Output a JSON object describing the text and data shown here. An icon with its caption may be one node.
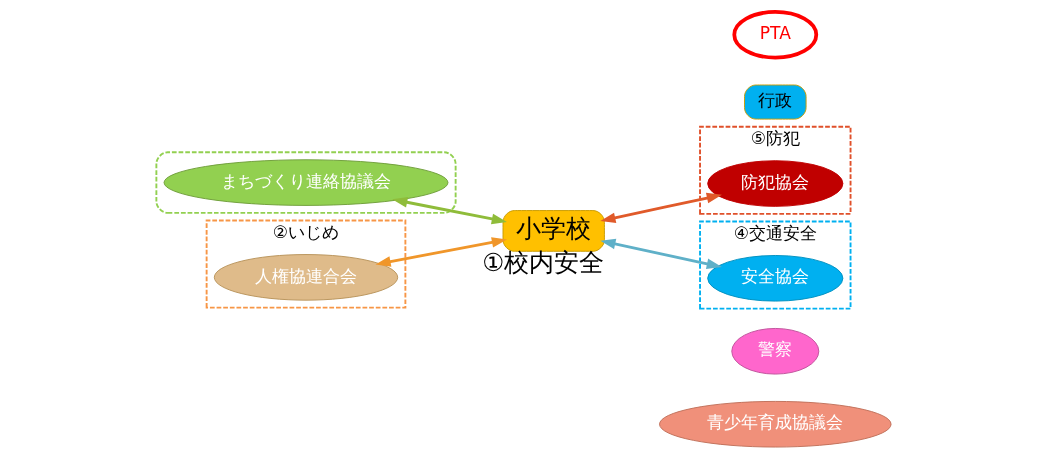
{
  "diagram": {
    "nodes": [
      {
        "text": [
          "PTA"
        ]
      },
      {
        "text": [],
        "shape": "box"
      },
      {
        "text": [
          "まちづくり連絡協議会"
        ],
        "in": 1
      },
      {
        "text": [
          "②いじめ"
        ]
      },
      {
        "text": [
          "人権協連合会"
        ],
        "in": 3
      },
      {
        "text": [
          "小学校"
        ],
        "beside": [
          "①校内安全"
        ]
      },
      {
        "text": [
          "行政"
        ]
      },
      {
        "text": [
          "⑤防犯"
        ]
      },
      {
        "text": [
          "防犯協会"
        ],
        "in": 7
      },
      {
        "text": [
          "④交通安全"
        ]
      },
      {
        "text": [
          "警察"
        ]
      },
      {
        "text": [
          "青少年育成協議会"
        ]
      },
      {
        "text": [
          "安全協会"
        ],
        "in": 9
      }
    ],
    "edges": [
      {
        "from": 2,
        "to": 5,
        "arrow": "both",
        "color": "#8fbc3a"
      },
      {
        "from": 4,
        "to": 5,
        "arrow": "both",
        "color": "#f0962a"
      },
      {
        "from": 5,
        "to": 8,
        "arrow": "both",
        "color": "#e05a2a"
      },
      {
        "from": 5,
        "to": 12,
        "arrow": "both",
        "color": "#5fb0c8"
      }
    ]
  }
}
